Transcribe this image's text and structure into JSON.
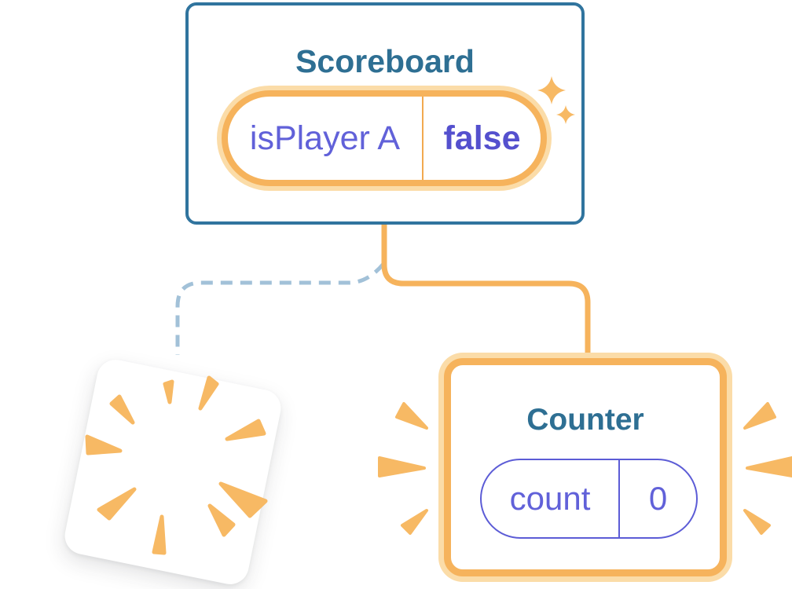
{
  "diagram_title": "component-state-preservation-diagram",
  "colors": {
    "card_border_blue": "#30749E",
    "title_blue": "#2E6F93",
    "label_purple": "#6161D9",
    "value_purple": "#5450CE",
    "pill_border_purple": "#5C5CD6",
    "orange": "#F6B35C",
    "orange_halo": "#FBDCA8",
    "burst_orange": "#F7B964",
    "dashed_blue": "#A2C1D8",
    "card_bg": "#FFFFFF"
  },
  "scoreboard": {
    "title": "Scoreboard",
    "state": {
      "label": "isPlayer A",
      "value": "false"
    }
  },
  "counter": {
    "title": "Counter",
    "state": {
      "label": "count",
      "value": "0"
    }
  },
  "removed_card": {
    "title": ""
  },
  "edges": [
    {
      "from": "Scoreboard",
      "to": "Counter",
      "style": "solid-orange"
    },
    {
      "from": "Scoreboard",
      "to": "removed-card",
      "style": "dashed-blue"
    }
  ],
  "icons": {
    "sparkle": "four-point-star",
    "burst": "radial-explosion-wedges",
    "spark_rays": "tapered-ray-triangles"
  }
}
